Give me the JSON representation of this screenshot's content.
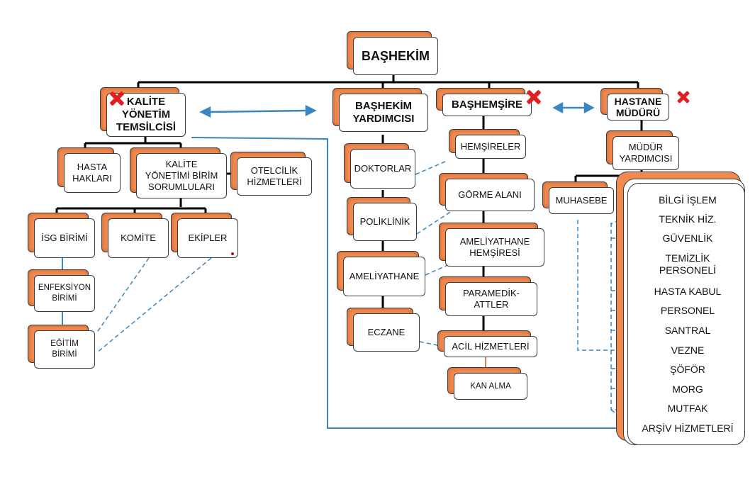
{
  "nodes": {
    "bashekim": "BAŞHEKİM",
    "kalite_yonetim_temsilcisi": "KALİTE\nYÖNETİM\nTEMSİLCİSİ",
    "bashekim_yardimcisi": "BAŞHEKİM\nYARDIMCISI",
    "bashemsire": "BAŞHEMŞİRE",
    "hastane_muduru": "HASTANE\nMÜDÜRÜ",
    "hasta_haklari": "HASTA\nHAKLARI",
    "kalite_birim_sorumlulari": "KALİTE\nYÖNETİMİ BİRİM\nSORUMLULARI",
    "otelcilik": "OTELCİLİK\nHİZMETLERİ",
    "isg_birimi": "İSG BİRİMİ",
    "komite": "KOMİTE",
    "ekipler": "EKİPLER",
    "enfeksiyon_birimi": "ENFEKSİYON\nBİRİMİ",
    "egitim_birimi": "EĞİTİM\nBİRİMİ",
    "doktorlar": "DOKTORLAR",
    "poliklinik": "POLİKLİNİK",
    "ameliyathane": "AMELİYATHANE",
    "eczane": "ECZANE",
    "hemsireler": "HEMŞİRELER",
    "gorme_alani": "GÖRME ALANI",
    "ameliyathane_hemsiresi": "AMELİYATHANE\nHEMŞİRESİ",
    "paramedikler": "PARAMEDİK-\nATTLER",
    "acil_hizmetleri": "ACİL HİZMETLERİ",
    "kan_alma": "KAN ALMA",
    "mudur_yardimcisi": "MÜDÜR\nYARDIMCISI",
    "muhasebe": "MUHASEBE"
  },
  "panel_items": [
    "BİLGİ İŞLEM",
    "TEKNİK HİZ.",
    "GÜVENLİK",
    "TEMİZLİK\nPERSONELİ",
    "HASTA KABUL",
    "PERSONEL",
    "SANTRAL",
    "VEZNE",
    "ŞÖFÖR",
    "MORG",
    "MUTFAK",
    "ARŞİV HİZMETLERİ"
  ],
  "colors": {
    "box_back": "#f08a50",
    "box_border": "#3a3a3a",
    "connector_blue": "#3a86c0",
    "cross_red": "#e02020"
  }
}
